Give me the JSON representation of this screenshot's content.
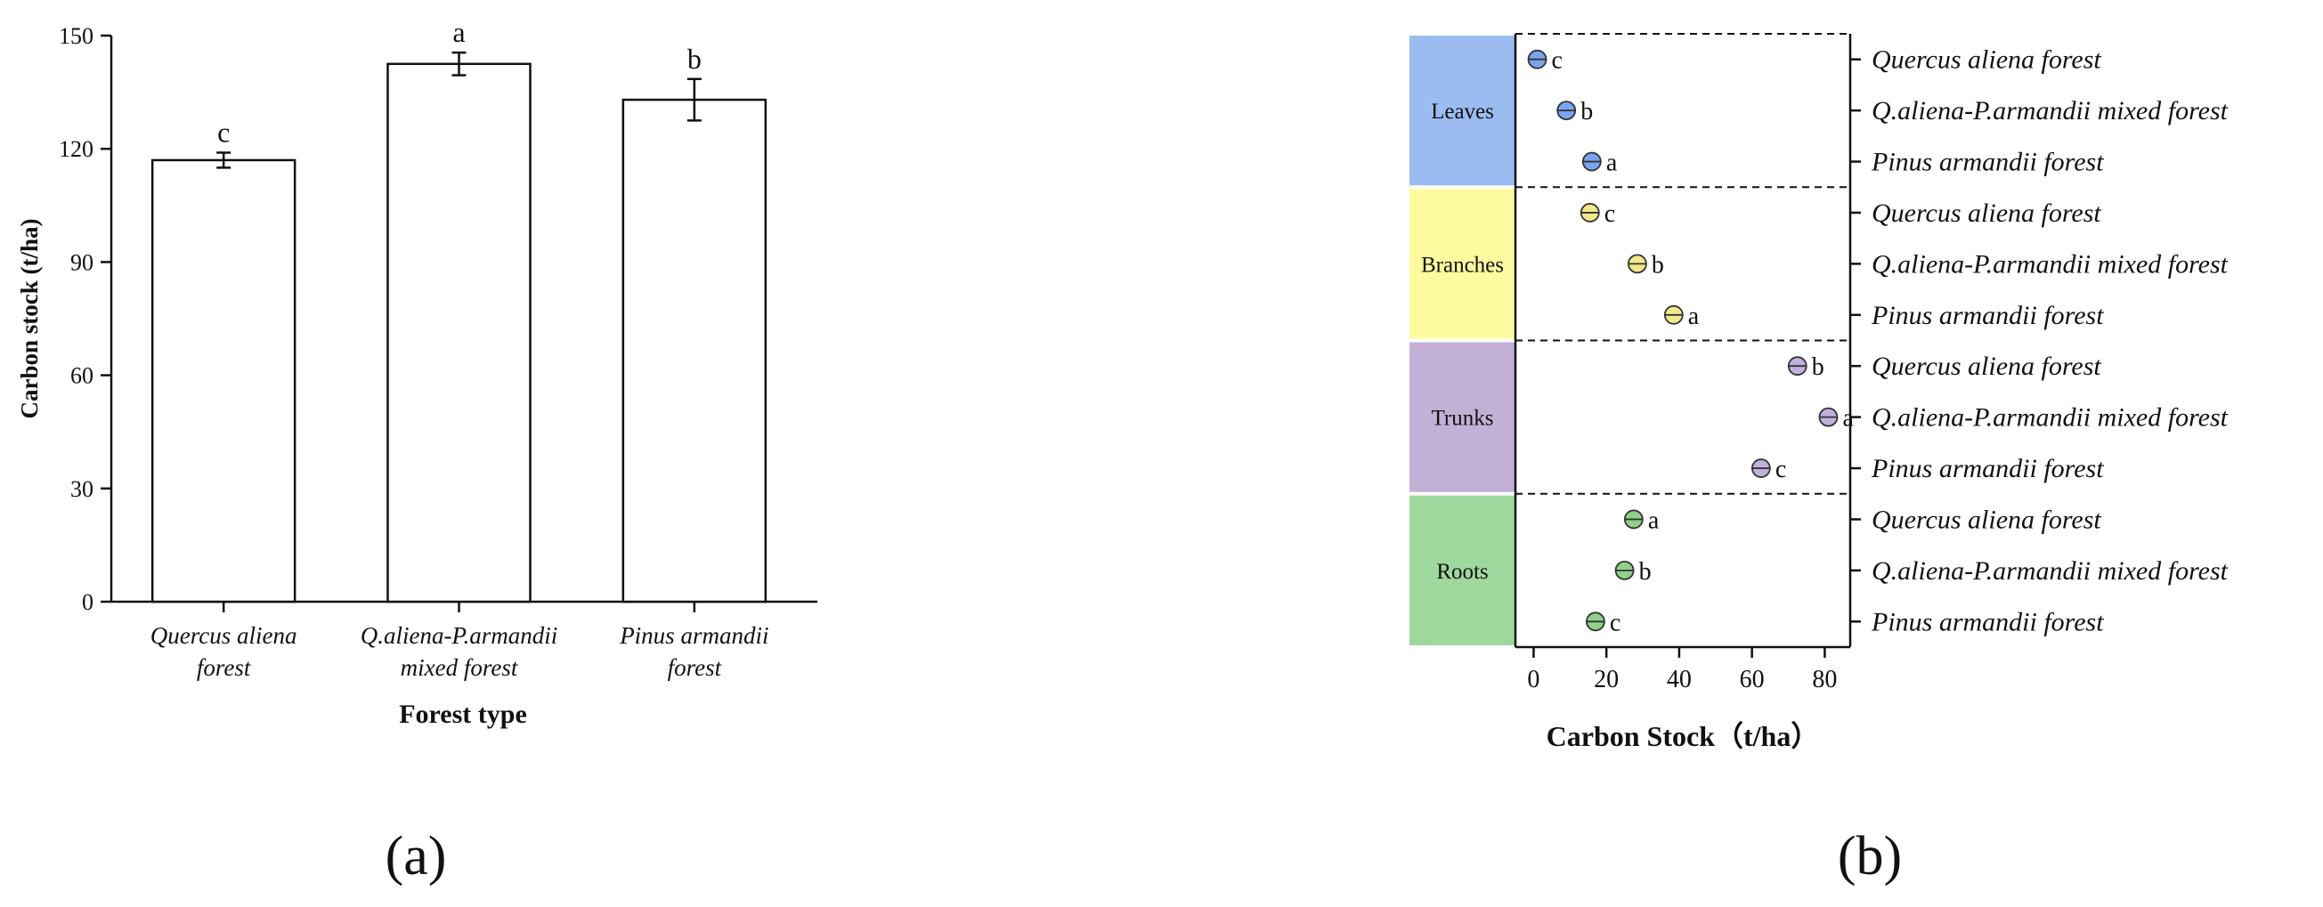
{
  "chart_data": [
    {
      "type": "bar",
      "panel_label": "(a)",
      "xlabel": "Forest type",
      "ylabel": "Carbon stock (t/ha)",
      "ylim": [
        0,
        150
      ],
      "yticks": [
        0,
        30,
        60,
        90,
        120,
        150
      ],
      "categories": [
        [
          "Quercus aliena",
          "forest"
        ],
        [
          "Q.aliena-P.armandii",
          "mixed forest"
        ],
        [
          "Pinus armandii",
          "forest"
        ]
      ],
      "values": [
        117,
        142.5,
        133
      ],
      "errors": [
        2,
        3,
        5.5
      ],
      "significance": [
        "c",
        "a",
        "b"
      ],
      "bar_fill": "#ffffff",
      "bar_stroke": "#111111",
      "grid": false
    },
    {
      "type": "scatter",
      "panel_label": "(b)",
      "xlabel": "Carbon Stock（t/ha）",
      "xlim": [
        -5,
        87
      ],
      "xticks": [
        0,
        20,
        40,
        60,
        80
      ],
      "groups": [
        {
          "label": "Leaves",
          "color": "#9bbcf0",
          "marker_color": "#7aa4ee",
          "points": [
            {
              "name": "Quercus aliena forest",
              "value": 1,
              "letter": "c"
            },
            {
              "name": "Q.aliena-P.armandii mixed forest",
              "value": 9,
              "letter": "b"
            },
            {
              "name": "Pinus armandii forest",
              "value": 16,
              "letter": "a"
            }
          ]
        },
        {
          "label": "Branches",
          "color": "#fdfba0",
          "marker_color": "#f3e889",
          "points": [
            {
              "name": "Quercus aliena forest",
              "value": 15.5,
              "letter": "c"
            },
            {
              "name": "Q.aliena-P.armandii mixed forest",
              "value": 28.5,
              "letter": "b"
            },
            {
              "name": "Pinus armandii forest",
              "value": 38.5,
              "letter": "a"
            }
          ]
        },
        {
          "label": "Trunks",
          "color": "#c2b0d6",
          "marker_color": "#c2b0dc",
          "points": [
            {
              "name": "Quercus aliena forest",
              "value": 72.5,
              "letter": "b"
            },
            {
              "name": "Q.aliena-P.armandii mixed forest",
              "value": 81,
              "letter": "a"
            },
            {
              "name": "Pinus armandii forest",
              "value": 62.5,
              "letter": "c"
            }
          ]
        },
        {
          "label": "Roots",
          "color": "#9fd89c",
          "marker_color": "#8fd18a",
          "points": [
            {
              "name": "Quercus aliena forest",
              "value": 27.5,
              "letter": "a"
            },
            {
              "name": "Q.aliena-P.armandii mixed forest",
              "value": 25,
              "letter": "b"
            },
            {
              "name": "Pinus armandii forest",
              "value": 17,
              "letter": "c"
            }
          ]
        }
      ]
    }
  ]
}
